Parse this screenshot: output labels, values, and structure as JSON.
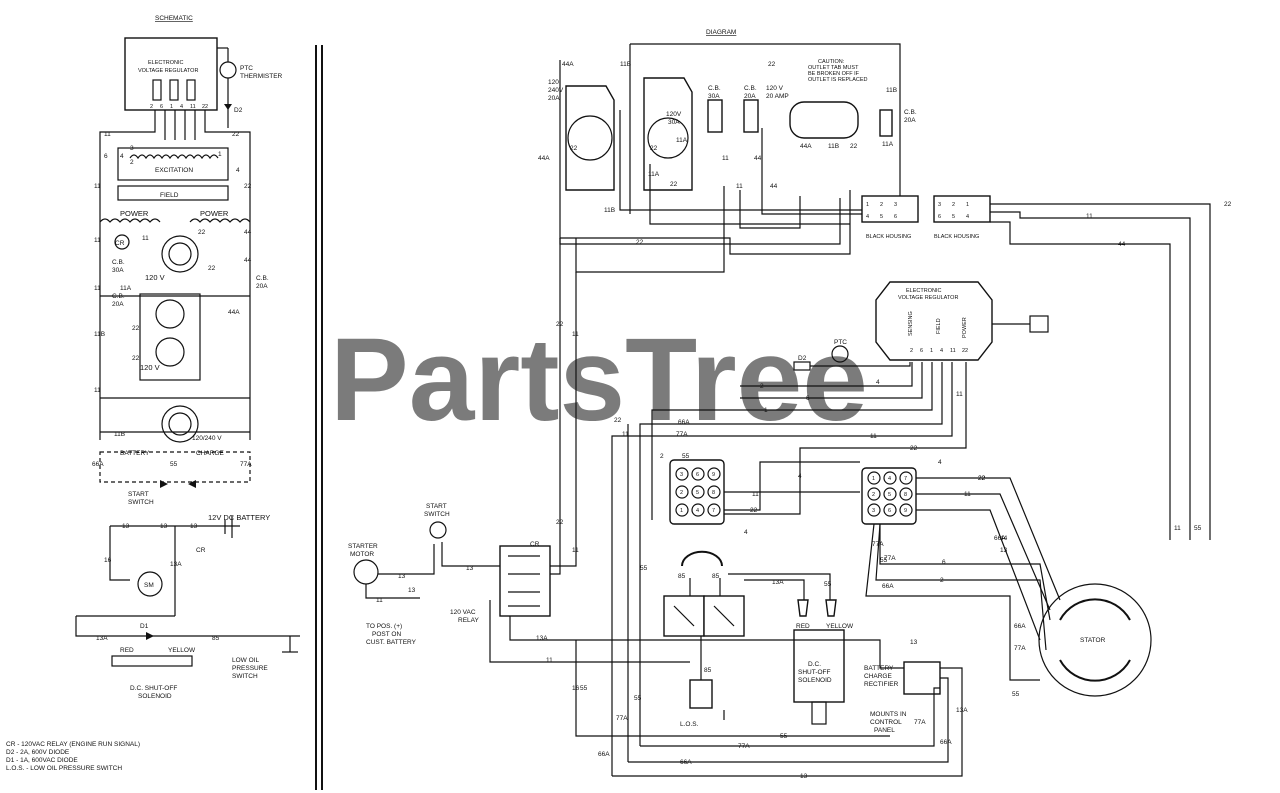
{
  "titles": {
    "schematic": "SCHEMATIC",
    "diagram": "DIAGRAM"
  },
  "watermark": "PartsTree",
  "schematic": {
    "evr": [
      "ELECTRONIC",
      "VOLTAGE REGULATOR"
    ],
    "ptc": [
      "PTC",
      "THERMISTER"
    ],
    "d2": "D2",
    "excitation": "EXCITATION",
    "field": "FIELD",
    "power_l": "POWER",
    "power_r": "POWER",
    "cr": "CR",
    "cb30": [
      "C.B.",
      "30A"
    ],
    "cb20a": [
      "C.B.",
      "20A"
    ],
    "cb20b": [
      "C.B.",
      "20A"
    ],
    "v120": "120 V",
    "v120b": "120 V",
    "v120_240": "120/240 V",
    "battery": "BATTERY",
    "charge": "CHARGE",
    "start_switch": [
      "START",
      "SWITCH"
    ],
    "dc_battery": "12V DC BATTERY",
    "sm": "SM",
    "cr2": "CR",
    "d1": "D1",
    "red": "RED",
    "yellow": "YELLOW",
    "dc_solenoid": [
      "D.C. SHUT-OFF",
      "SOLENOID"
    ],
    "low_oil": [
      "LOW OIL",
      "PRESSURE",
      "SWITCH"
    ],
    "wires": [
      "11",
      "22",
      "11",
      "4",
      "22",
      "11",
      "6",
      "4",
      "11",
      "22",
      "11",
      "22",
      "11",
      "44",
      "22",
      "44",
      "13",
      "13",
      "13",
      "13A",
      "13A",
      "16",
      "85",
      "55",
      "66A",
      "77A",
      "11B",
      "11B",
      "11A",
      "44A",
      "22",
      "3",
      "2",
      "1"
    ]
  },
  "legend": [
    "CR - 120VAC RELAY (ENGINE RUN SIGNAL)",
    "D2 - 2A, 600V DIODE",
    "D1 - 1A, 600VAC DIODE",
    "L.O.S. - LOW OIL PRESSURE SWITCH"
  ],
  "diagram": {
    "recep_120_240": [
      "120",
      "240V",
      "20A"
    ],
    "recep_120_30": [
      "120V",
      "30A"
    ],
    "cb30": [
      "C.B.",
      "30A"
    ],
    "cb20": [
      "C.B.",
      "20A"
    ],
    "recep_20amp": [
      "120 V",
      "20 AMP"
    ],
    "caution": [
      "CAUTION:",
      "OUTLET TAB MUST",
      "BE BROKEN OFF IF",
      "OUTLET IS REPLACED"
    ],
    "cb20b": [
      "C.B.",
      "20A"
    ],
    "black_housing_1": "BLACK HOUSING",
    "black_housing_2": "BLACK HOUSING",
    "evr": [
      "ELECTRONIC",
      "VOLTAGE REGULATOR"
    ],
    "evr_pins": [
      "2",
      "6",
      "1",
      "4",
      "11",
      "22"
    ],
    "evr_cols": [
      "SENSING",
      "FIELD",
      "POWER"
    ],
    "ptc": "PTC",
    "d2": "D2",
    "starter_motor": [
      "STARTER",
      "MOTOR"
    ],
    "start_switch": [
      "START",
      "SWITCH"
    ],
    "to_pos": [
      "TO POS. (+)",
      "POST ON",
      "CUST. BATTERY"
    ],
    "cr": "CR",
    "relay": [
      "120 VAC",
      "RELAY"
    ],
    "red": "RED",
    "yellow": "YELLOW",
    "dc_solenoid": [
      "D.C.",
      "SHUT-OFF",
      "SOLENOID"
    ],
    "los": "L.O.S.",
    "battery_rect": [
      "BATTERY",
      "CHARGE",
      "RECTIFIER"
    ],
    "mounts": [
      "MOUNTS IN",
      "CONTROL",
      "PANEL"
    ],
    "stator": "STATOR",
    "housing1_pins": [
      "1",
      "2",
      "3",
      "4",
      "5",
      "6"
    ],
    "housing2_pins": [
      "3",
      "2",
      "1",
      "6",
      "5",
      "4"
    ],
    "plug_a": [
      "3",
      "6",
      "9",
      "2",
      "5",
      "8",
      "1",
      "4",
      "7"
    ],
    "plug_b": [
      "1",
      "4",
      "7",
      "2",
      "5",
      "8",
      "3",
      "6",
      "9"
    ],
    "wires": [
      "44A",
      "11B",
      "22",
      "11B",
      "22",
      "22",
      "11A",
      "11A",
      "44A",
      "22",
      "11",
      "11",
      "44",
      "44",
      "44A",
      "11B",
      "22",
      "11B",
      "11A",
      "22",
      "22",
      "11",
      "44",
      "22",
      "22",
      "11",
      "11",
      "2",
      "6",
      "1",
      "4",
      "11",
      "22",
      "66A",
      "77A",
      "55",
      "22",
      "11",
      "11",
      "22",
      "4",
      "4",
      "2",
      "55",
      "4",
      "22",
      "11",
      "6",
      "2",
      "11",
      "55",
      "77A",
      "66A",
      "22",
      "44",
      "11",
      "55",
      "77A",
      "66A",
      "13",
      "13",
      "11",
      "13A",
      "13A",
      "85",
      "85",
      "85",
      "55",
      "11",
      "16",
      "13",
      "13",
      "13",
      "55",
      "77A",
      "66A",
      "13",
      "55",
      "77A",
      "66A",
      "13A",
      "55",
      "77A",
      "66A"
    ]
  }
}
